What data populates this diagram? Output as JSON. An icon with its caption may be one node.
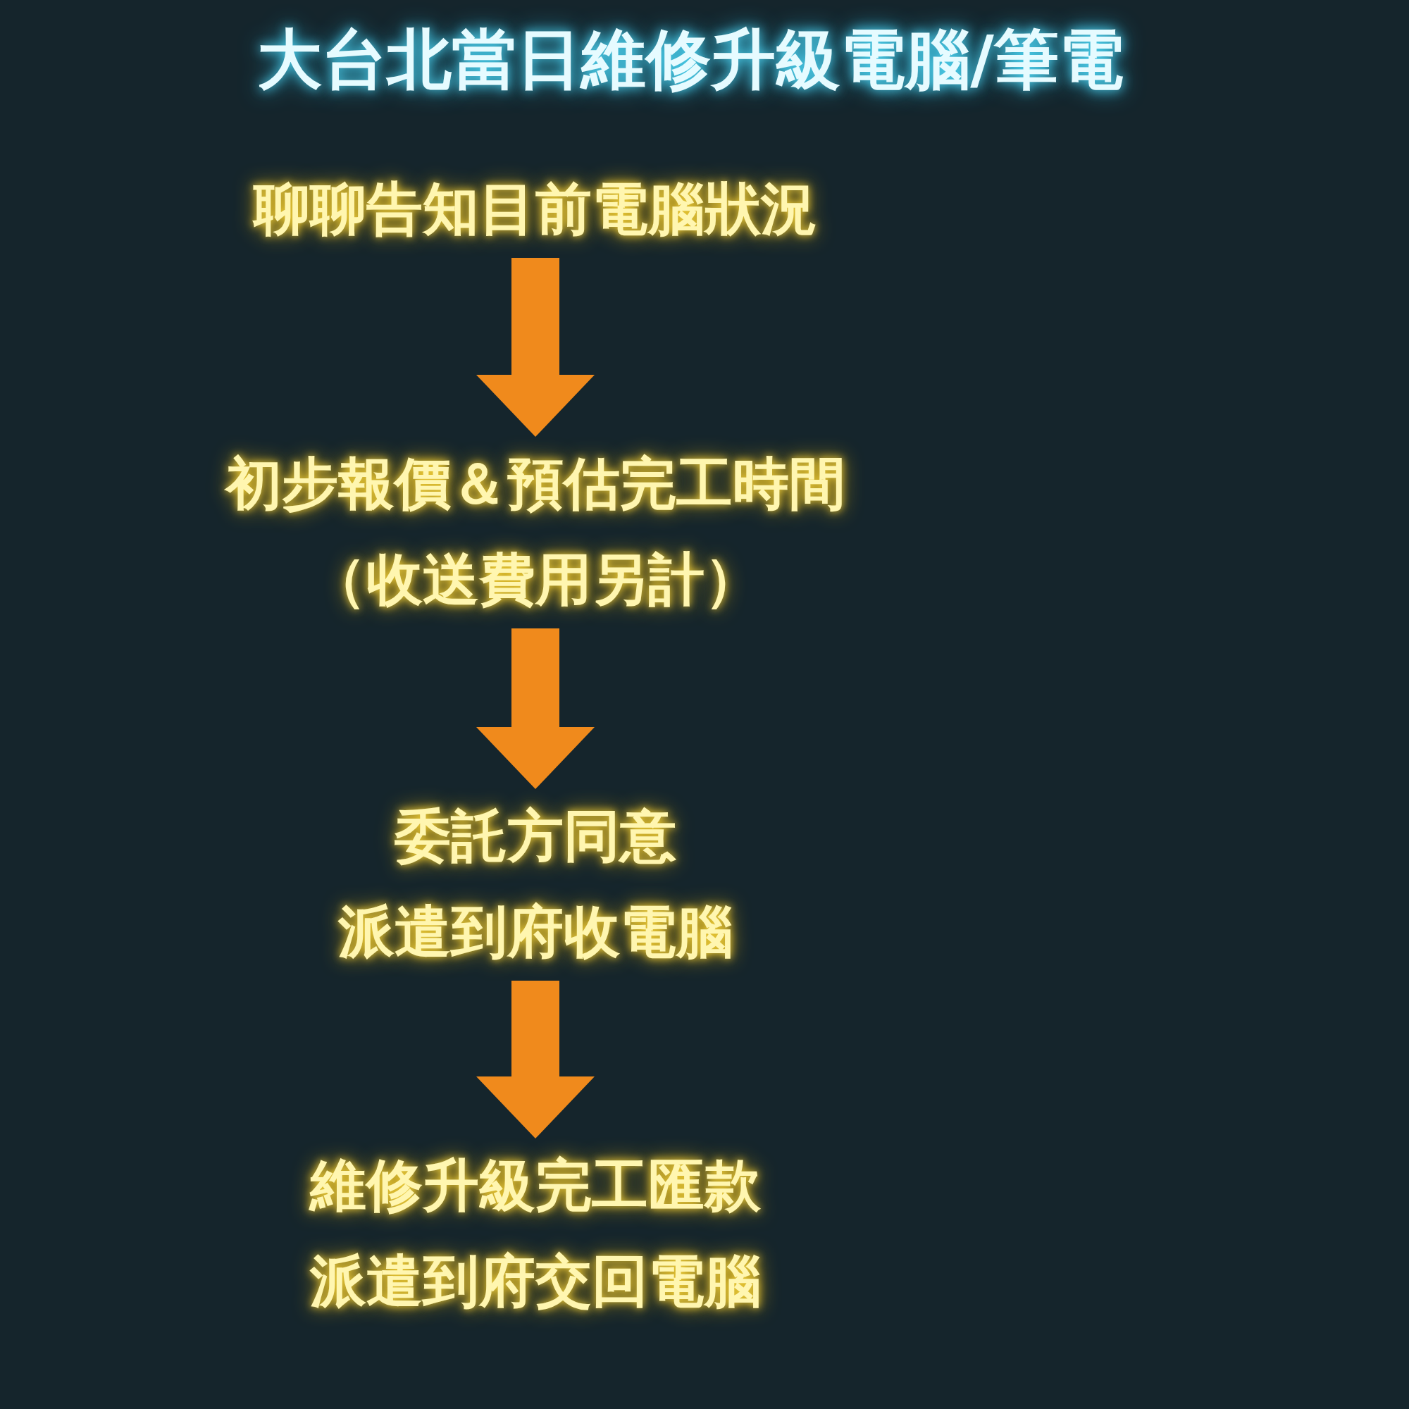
{
  "diagram": {
    "title": "大台北當日維修升級電腦/筆電",
    "nodes": [
      {
        "text": [
          "聊聊告知目前電腦狀況"
        ]
      },
      {
        "text": [
          "初步報價＆預估完工時間",
          "（收送費用另計）"
        ]
      },
      {
        "text": [
          "委託方同意",
          "派遣到府收電腦"
        ]
      },
      {
        "text": [
          "維修升級完工匯款",
          "派遣到府交回電腦"
        ]
      }
    ],
    "edges": [
      {
        "from": 0,
        "to": 1,
        "arrow": "to"
      },
      {
        "from": 1,
        "to": 2,
        "arrow": "to"
      },
      {
        "from": 2,
        "to": 3,
        "arrow": "to"
      }
    ]
  }
}
